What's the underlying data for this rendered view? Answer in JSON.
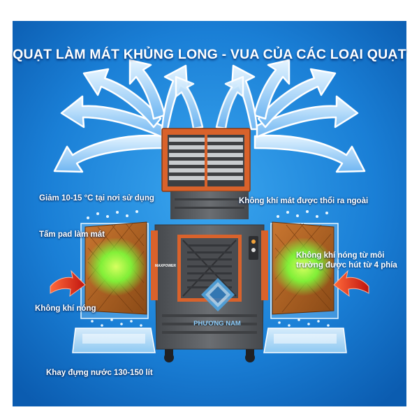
{
  "title": "QUẠT LÀM MÁT KHỦNG LONG - VUA CỦA CÁC LOẠI QUẠT",
  "labels": {
    "temp_drop": "Giảm 10-15 °C tại nơi sử dụng",
    "cool_air_out": "Không khí mát được thổi ra ngoài",
    "cooling_pad": "Tấm pad làm mát",
    "hot_air_intake": "Không khí nóng từ môi trường được hút từ 4 phía",
    "hot_air": "Không khí nóng",
    "water_tray": "Khay đựng nước 130-150 lít"
  },
  "brand": {
    "watermark": "PHƯƠNG NAM",
    "product_badge": "MAXPOWER"
  },
  "colors": {
    "background": "#1a7fd6",
    "accent_orange": "#d9622b",
    "body_gray": "#55585c",
    "arrow_blue": "#9ad0ff",
    "hot_arrow": "#e2261f",
    "pad_brown": "#b4601f",
    "glow_green": "#7dff3a"
  }
}
